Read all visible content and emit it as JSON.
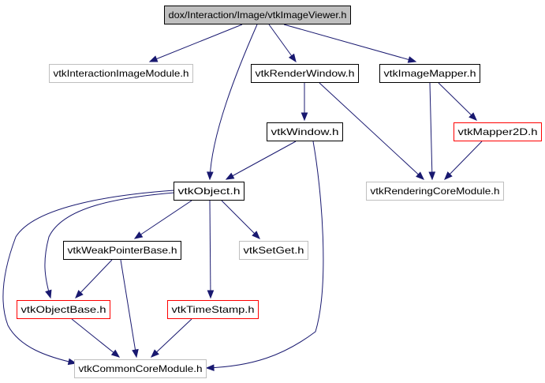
{
  "diagram": {
    "nodes": [
      {
        "id": "root",
        "label": "dox/Interaction/Image/vtkImageViewer.h",
        "style": "root"
      },
      {
        "id": "iim",
        "label": "vtkInteractionImageModule.h",
        "style": "external"
      },
      {
        "id": "rwin",
        "label": "vtkRenderWindow.h",
        "style": "normal"
      },
      {
        "id": "imap",
        "label": "vtkImageMapper.h",
        "style": "normal"
      },
      {
        "id": "win",
        "label": "vtkWindow.h",
        "style": "normal"
      },
      {
        "id": "map2d",
        "label": "vtkMapper2D.h",
        "style": "truncated"
      },
      {
        "id": "obj",
        "label": "vtkObject.h",
        "style": "normal"
      },
      {
        "id": "rcm",
        "label": "vtkRenderingCoreModule.h",
        "style": "external"
      },
      {
        "id": "wpb",
        "label": "vtkWeakPointerBase.h",
        "style": "normal"
      },
      {
        "id": "setget",
        "label": "vtkSetGet.h",
        "style": "external"
      },
      {
        "id": "objbase",
        "label": "vtkObjectBase.h",
        "style": "truncated"
      },
      {
        "id": "ts",
        "label": "vtkTimeStamp.h",
        "style": "truncated"
      },
      {
        "id": "ccm",
        "label": "vtkCommonCoreModule.h",
        "style": "external"
      }
    ],
    "edges": [
      {
        "from": "root",
        "to": "iim"
      },
      {
        "from": "root",
        "to": "obj"
      },
      {
        "from": "root",
        "to": "rwin"
      },
      {
        "from": "root",
        "to": "imap"
      },
      {
        "from": "rwin",
        "to": "win"
      },
      {
        "from": "rwin",
        "to": "rcm"
      },
      {
        "from": "imap",
        "to": "rcm"
      },
      {
        "from": "imap",
        "to": "map2d"
      },
      {
        "from": "map2d",
        "to": "rcm"
      },
      {
        "from": "win",
        "to": "obj"
      },
      {
        "from": "win",
        "to": "ccm"
      },
      {
        "from": "obj",
        "to": "wpb"
      },
      {
        "from": "obj",
        "to": "setget"
      },
      {
        "from": "obj",
        "to": "ts"
      },
      {
        "from": "obj",
        "to": "objbase"
      },
      {
        "from": "obj",
        "to": "ccm"
      },
      {
        "from": "wpb",
        "to": "objbase"
      },
      {
        "from": "wpb",
        "to": "ccm"
      },
      {
        "from": "objbase",
        "to": "ccm"
      },
      {
        "from": "ts",
        "to": "ccm"
      }
    ],
    "colors": {
      "root_fill": "#bfbfbf",
      "root_border": "#000000",
      "normal_border": "#000000",
      "truncated_border": "#ff0000",
      "external_border": "#bfbfbf",
      "edge": "#191970"
    }
  }
}
